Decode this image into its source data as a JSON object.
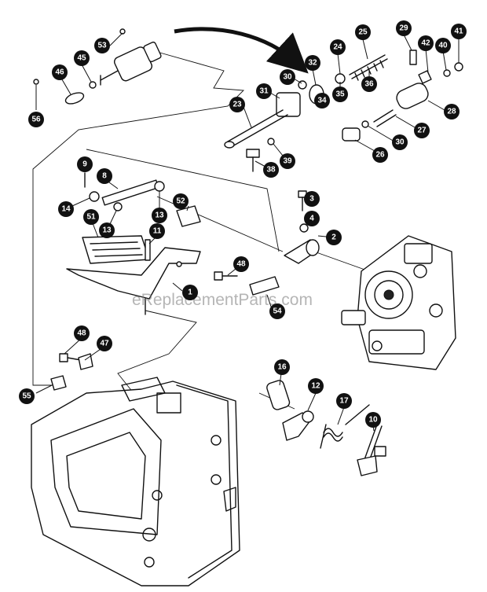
{
  "watermark": "eReplacementParts.com",
  "callouts": [
    {
      "id": "c53",
      "label": "53"
    },
    {
      "id": "c45",
      "label": "45"
    },
    {
      "id": "c46",
      "label": "46"
    },
    {
      "id": "c56",
      "label": "56"
    },
    {
      "id": "c32",
      "label": "32"
    },
    {
      "id": "c24",
      "label": "24"
    },
    {
      "id": "c25",
      "label": "25"
    },
    {
      "id": "c29",
      "label": "29"
    },
    {
      "id": "c42",
      "label": "42"
    },
    {
      "id": "c40",
      "label": "40"
    },
    {
      "id": "c41",
      "label": "41"
    },
    {
      "id": "c30a",
      "label": "30"
    },
    {
      "id": "c34",
      "label": "34"
    },
    {
      "id": "c35",
      "label": "35"
    },
    {
      "id": "c36",
      "label": "36"
    },
    {
      "id": "c31",
      "label": "31"
    },
    {
      "id": "c23",
      "label": "23"
    },
    {
      "id": "c28",
      "label": "28"
    },
    {
      "id": "c27",
      "label": "27"
    },
    {
      "id": "c30b",
      "label": "30"
    },
    {
      "id": "c26",
      "label": "26"
    },
    {
      "id": "c39",
      "label": "39"
    },
    {
      "id": "c38",
      "label": "38"
    },
    {
      "id": "c9",
      "label": "9"
    },
    {
      "id": "c8",
      "label": "8"
    },
    {
      "id": "c14",
      "label": "14"
    },
    {
      "id": "c13a",
      "label": "13"
    },
    {
      "id": "c13b",
      "label": "13"
    },
    {
      "id": "c51",
      "label": "51"
    },
    {
      "id": "c52",
      "label": "52"
    },
    {
      "id": "c11",
      "label": "11"
    },
    {
      "id": "c3",
      "label": "3"
    },
    {
      "id": "c4",
      "label": "4"
    },
    {
      "id": "c2",
      "label": "2"
    },
    {
      "id": "c48a",
      "label": "48"
    },
    {
      "id": "c1",
      "label": "1"
    },
    {
      "id": "c54",
      "label": "54"
    },
    {
      "id": "c48b",
      "label": "48"
    },
    {
      "id": "c47",
      "label": "47"
    },
    {
      "id": "c55",
      "label": "55"
    },
    {
      "id": "c16",
      "label": "16"
    },
    {
      "id": "c12",
      "label": "12"
    },
    {
      "id": "c17",
      "label": "17"
    },
    {
      "id": "c10",
      "label": "10"
    }
  ]
}
